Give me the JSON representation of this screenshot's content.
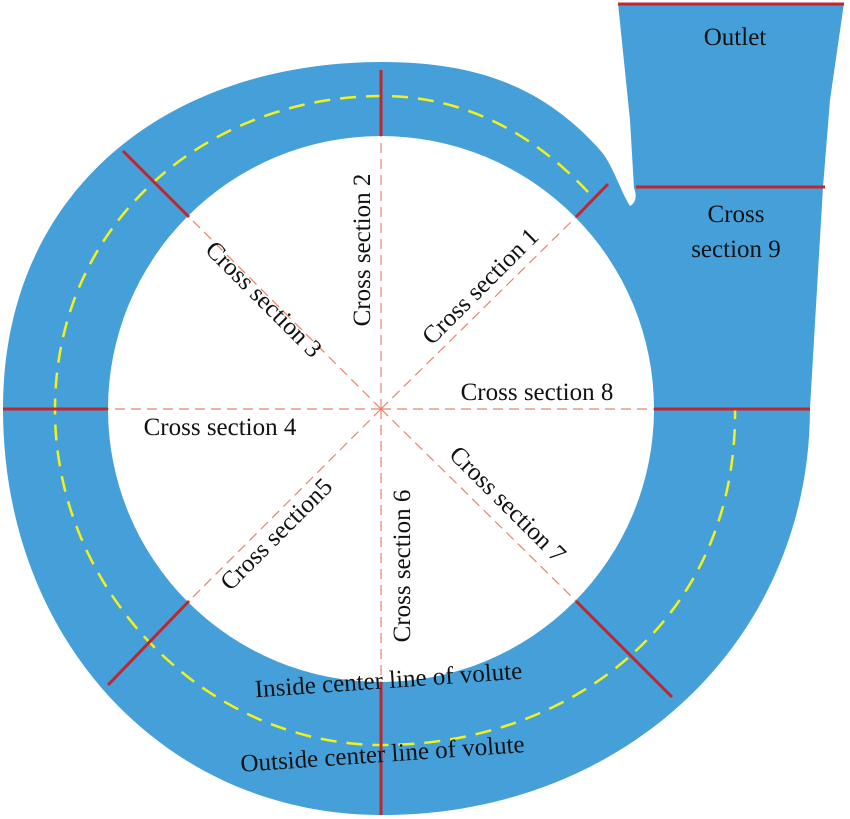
{
  "colors": {
    "volute_fill": "#45A0DA",
    "section_line": "#C0262D",
    "center_line": "#F2F21A",
    "radial_line": "#E8836A",
    "background": "#FFFFFF",
    "text": "#111111"
  },
  "labels": {
    "outlet": "Outlet",
    "cs9_line1": "Cross",
    "cs9_line2": "section 9",
    "cs1": "Cross section 1",
    "cs2": "Cross section 2",
    "cs3": "Cross section 3",
    "cs4": "Cross section 4",
    "cs5": "Cross section5",
    "cs6": "Cross section 6",
    "cs7": "Cross section 7",
    "cs8": "Cross section 8",
    "inside_center_line": "Inside center line of volute",
    "outside_center_line": "Outside center line of volute"
  }
}
